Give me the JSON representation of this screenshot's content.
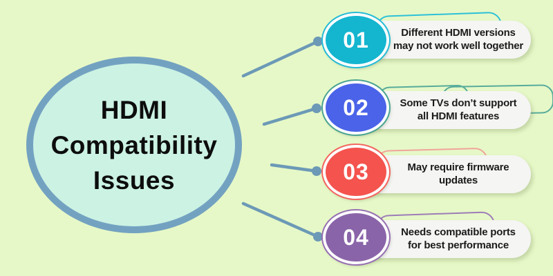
{
  "background_color": "#e6f8c7",
  "connector_color": "#6c99b6",
  "center": {
    "title": "HDMI\nCompatibility\nIssues",
    "fill": "#cbf2e3",
    "border_color": "#73a2c1",
    "text_color": "#0d0d0d"
  },
  "pill_bg": "#f5f5f3",
  "items": [
    {
      "number": "01",
      "label": "Different HDMI versions\nmay not work well together",
      "circle_color": "#14b5cf",
      "ring_color": "#27bcd6",
      "deco_color": "#2cc0d9"
    },
    {
      "number": "02",
      "label": "Some TVs don’t support\nall HDMI features",
      "circle_color": "#4a63e8",
      "ring_color": "#4aa493",
      "deco_color": "#56ab9b"
    },
    {
      "number": "03",
      "label": "May require firmware\nupdates",
      "circle_color": "#f4534e",
      "ring_color": "#f4655f",
      "deco_color": "#f0a49c"
    },
    {
      "number": "04",
      "label": "Needs compatible ports\nfor best performance",
      "circle_color": "#8a64a8",
      "ring_color": "#976fb3",
      "deco_color": "#9d7cb8"
    }
  ]
}
